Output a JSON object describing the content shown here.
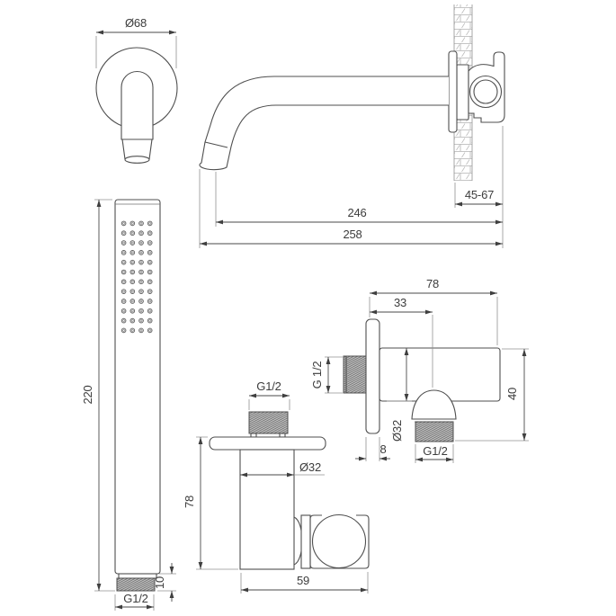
{
  "drawing": {
    "type": "technical-line-drawing",
    "product": "bath mixer set: wall spout, hand shower, holder and wall outlet elbow",
    "background_color": "#ffffff",
    "line_color": "#4f4f4f",
    "dim_text_color": "#3c3c3c"
  },
  "views": {
    "spout_front": {
      "label": "wall spout front view",
      "dim_diameter": "Ø68"
    },
    "spout_side": {
      "label": "wall spout side view",
      "dim_to_wall": "246",
      "dim_total": "258"
    },
    "wall_section": {
      "label": "wall section with mounting bracket",
      "dim_depth_range": "45-67"
    },
    "hand_shower": {
      "label": "hand shower front view",
      "dim_length": "220",
      "dim_connector_height": "10",
      "dim_thread": "G1/2",
      "nozzle_grid": {
        "rows": 12,
        "cols": 4
      }
    },
    "holder": {
      "label": "shower holder with hose connection",
      "dim_thread_top": "G1/2",
      "dim_body_diameter": "Ø32",
      "dim_height": "78",
      "dim_width": "59"
    },
    "outlet_elbow": {
      "label": "wall outlet elbow side view",
      "dim_total_width": "78",
      "dim_center_offset": "33",
      "dim_wall_thread": "G 1/2",
      "dim_height": "40",
      "dim_body_diameter": "Ø32",
      "dim_flange_thickness": "8",
      "dim_bottom_thread": "G1/2"
    }
  }
}
